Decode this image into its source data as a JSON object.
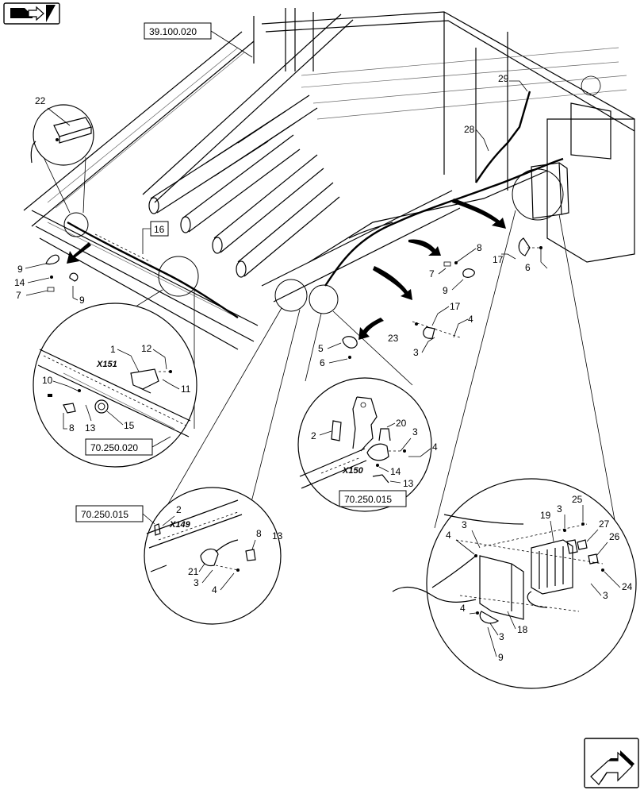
{
  "refs": {
    "r39": "39.100.020",
    "r70a": "70.250.020",
    "r70b": "70.250.015",
    "r70c": "70.250.015"
  },
  "connectors": {
    "x151": "X151",
    "x150": "X150",
    "x149": "X149"
  },
  "callouts": {
    "c22": "22",
    "c16": "16",
    "c29": "29",
    "c28": "28",
    "c9a": "9",
    "c14a": "14",
    "c7a": "7",
    "c9b": "9",
    "c8a": "8",
    "c7b": "7",
    "c9c": "9",
    "c17a": "17",
    "c6a": "6",
    "c17b": "17",
    "c4a": "4",
    "c23": "23",
    "c3a": "3",
    "c5": "5",
    "c6b": "6",
    "c1": "1",
    "c12": "12",
    "c10": "10",
    "c11": "11",
    "c8b": "8",
    "c13a": "13",
    "c15": "15",
    "c2a": "2",
    "c20": "20",
    "c3b": "3",
    "c4b": "4",
    "c14b": "14",
    "c13b": "13",
    "c2b": "2",
    "c8c": "8",
    "c13c": "13",
    "c21": "21",
    "c3c": "3",
    "c4c": "4",
    "c3d": "3",
    "c4d": "4",
    "c3e": "3",
    "c19": "19",
    "c25": "25",
    "c27": "27",
    "c26": "26",
    "c24": "24",
    "c3f": "3",
    "c4e": "4",
    "c3g": "3",
    "c18": "18",
    "c9d": "9"
  },
  "icons": {
    "top": "folder-arrow-icon",
    "bottom": "next-page-arrow-icon"
  }
}
